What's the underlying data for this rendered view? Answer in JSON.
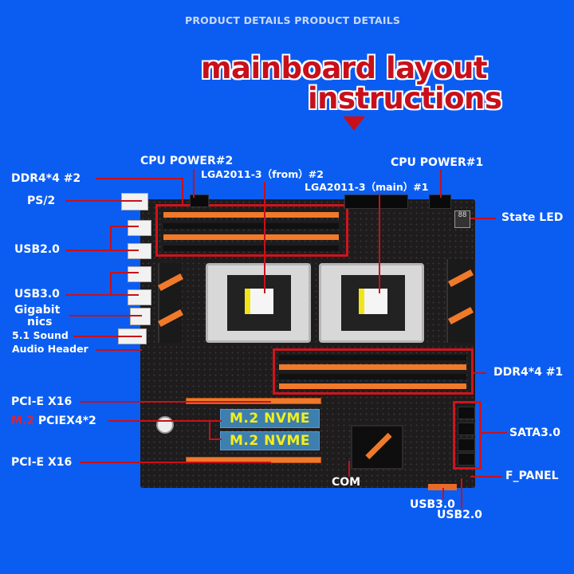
{
  "header": {
    "text": "PRODUCT DETAILS   PRODUCT DETAILS"
  },
  "title": {
    "line1": "mainboard layout",
    "line2": "instructions",
    "arrow": "arrow-down-icon"
  },
  "colors": {
    "background": "#0b5df2",
    "title_red": "#c8101a",
    "callout_line": "#c8101a",
    "label_text": "#ffffff",
    "dimm_slot_orange": "#f07a2a",
    "m2_text_yellow": "#f4ee1a"
  },
  "labels": {
    "cpu_power_2": "CPU POWER#2",
    "cpu_power_1": "CPU POWER#1",
    "ddr4_2": "DDR4*4 #2",
    "ddr4_1": "DDR4*4 #1",
    "lga_from": "LGA2011-3（from）#2",
    "lga_main": "LGA2011-3（main）#1",
    "ps2": "PS/2",
    "usb20_rear": "USB2.0",
    "usb30_rear": "USB3.0",
    "gigabit_line1": "Gigabit",
    "gigabit_line2": "nics",
    "sound": "5.1 Sound",
    "audio_header": "Audio Header",
    "state_led": "State LED",
    "pcie_x16_top": "PCI-E X16",
    "m2_prefix": "M.2",
    "m2_suffix": " PCIEX4*2",
    "pcie_x16_bottom": "PCI-E X16",
    "sata": "SATA3.0",
    "f_panel": "F_PANEL",
    "com": "COM",
    "usb30_header": "USB3.0",
    "usb20_header": "USB2.0"
  },
  "board": {
    "m2_slots": [
      {
        "label": "M.2  NVME"
      },
      {
        "label": "M.2  NVME"
      }
    ],
    "state_led_display": "88"
  }
}
